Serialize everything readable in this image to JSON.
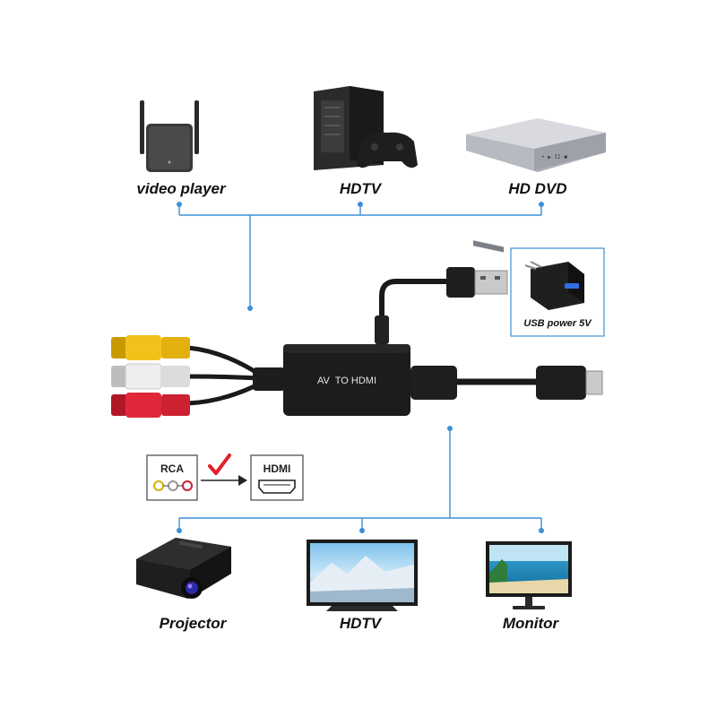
{
  "sources": [
    {
      "label": "video player",
      "icon": "video-player-icon"
    },
    {
      "label": "HDTV",
      "icon": "game-console-icon"
    },
    {
      "label": "HD DVD",
      "icon": "dvd-player-icon"
    }
  ],
  "displays": [
    {
      "label": "Projector",
      "icon": "projector-icon"
    },
    {
      "label": "HDTV",
      "icon": "tv-icon"
    },
    {
      "label": "Monitor",
      "icon": "monitor-icon"
    }
  ],
  "converter": {
    "label": "AV  TO HDMI"
  },
  "power": {
    "label": "USB power 5V",
    "icon": "usb-charger-icon"
  },
  "signal": {
    "from": "RCA",
    "to": "HDMI",
    "check_icon": "checkmark-icon"
  },
  "colors": {
    "wire": "#3d8fd6",
    "rca_yellow": "#f2c21b",
    "rca_white": "#e8e8e8",
    "rca_red": "#e0283a",
    "check": "#e0202a",
    "device_black": "#1c1c1c"
  }
}
